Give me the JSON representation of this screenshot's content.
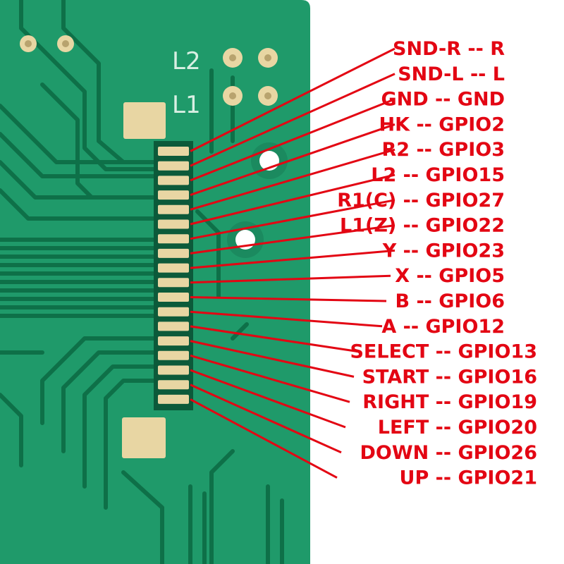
{
  "board": {
    "silkscreen": [
      "L2",
      "L1"
    ],
    "colors": {
      "board": "#1f9a6a",
      "trace": "#0d6e47",
      "pad": "#e8d6a3",
      "label": "#e30613"
    }
  },
  "pins": [
    {
      "signal": "SND-R",
      "target": "R",
      "text": "SND-R -- R"
    },
    {
      "signal": "SND-L",
      "target": "L",
      "text": "SND-L -- L"
    },
    {
      "signal": "GND",
      "target": "GND",
      "text": "GND -- GND"
    },
    {
      "signal": "HK",
      "target": "GPIO2",
      "text": "HK -- GPIO2"
    },
    {
      "signal": "R2",
      "target": "GPIO3",
      "text": "R2 -- GPIO3"
    },
    {
      "signal": "L2",
      "target": "GPIO15",
      "text": "L2 -- GPIO15"
    },
    {
      "signal": "R1(C)",
      "target": "GPIO27",
      "text": "R1(C) -- GPIO27"
    },
    {
      "signal": "L1(Z)",
      "target": "GPIO22",
      "text": "L1(Z) -- GPIO22"
    },
    {
      "signal": "Y",
      "target": "GPIO23",
      "text": "Y -- GPIO23"
    },
    {
      "signal": "X",
      "target": "GPIO5",
      "text": "X -- GPIO5"
    },
    {
      "signal": "B",
      "target": "GPIO6",
      "text": "B -- GPIO6"
    },
    {
      "signal": "A",
      "target": "GPIO12",
      "text": "A -- GPIO12"
    },
    {
      "signal": "SELECT",
      "target": "GPIO13",
      "text": "SELECT -- GPIO13"
    },
    {
      "signal": "START",
      "target": "GPIO16",
      "text": "START -- GPIO16"
    },
    {
      "signal": "RIGHT",
      "target": "GPIO19",
      "text": "RIGHT -- GPIO19"
    },
    {
      "signal": "LEFT",
      "target": "GPIO20",
      "text": "LEFT -- GPIO20"
    },
    {
      "signal": "DOWN",
      "target": "GPIO26",
      "text": "DOWN -- GPIO26"
    },
    {
      "signal": "UP",
      "target": "GPIO21",
      "text": "UP -- GPIO21"
    }
  ]
}
